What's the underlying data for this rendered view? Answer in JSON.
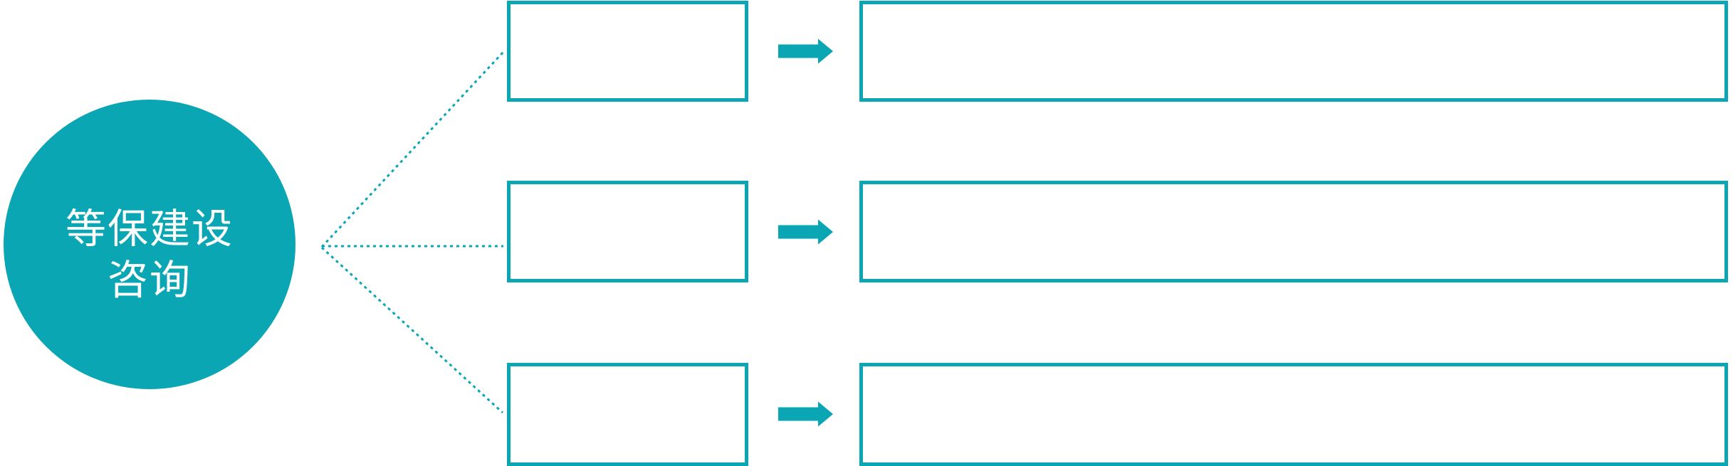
{
  "diagram": {
    "root": {
      "label_line1": "等保建设",
      "label_line2": "咨询",
      "label_full": "等保建设咨询"
    },
    "rows": [
      {
        "small_box_text": "",
        "large_box_text": ""
      },
      {
        "small_box_text": "",
        "large_box_text": ""
      },
      {
        "small_box_text": "",
        "large_box_text": ""
      }
    ],
    "icons": {
      "row_arrow": "arrow-right-icon",
      "branch_lines": "dotted-branch-connector"
    },
    "colors": {
      "accent_teal": "#0aa6b3",
      "text_on_accent": "#ffffff",
      "background": "#ffffff"
    }
  }
}
